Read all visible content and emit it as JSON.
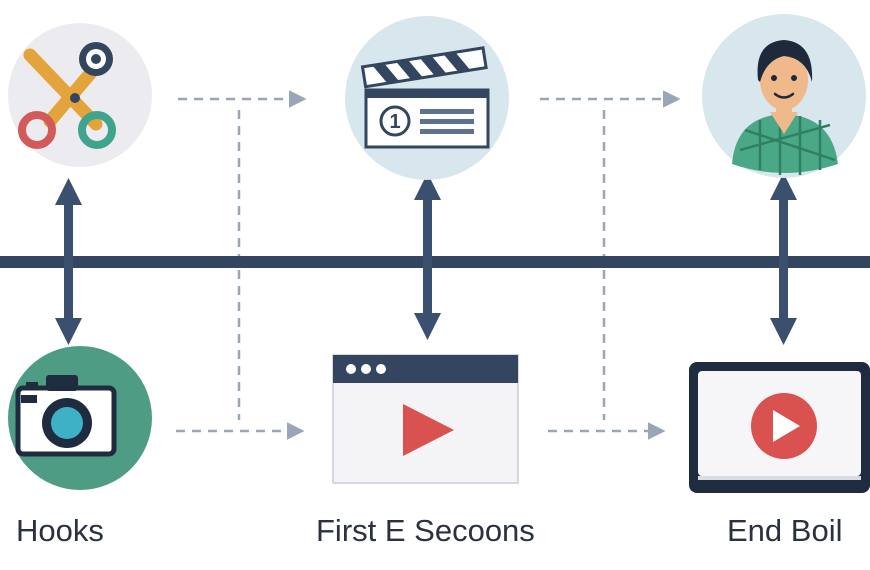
{
  "diagram": {
    "stages": [
      {
        "caption": "Hooks",
        "top_icon": "scissors-icon",
        "bottom_icon": "camera-icon"
      },
      {
        "caption": "First E Secoons",
        "top_icon": "clapperboard-icon",
        "bottom_icon": "video-player-icon"
      },
      {
        "caption": "End Boil",
        "top_icon": "person-avatar-icon",
        "bottom_icon": "tv-play-icon"
      }
    ],
    "clapperboard_number": "1",
    "colors": {
      "timeline": "#33455f",
      "arrow": "#3b4f6e",
      "dashed_connector": "#9aa6b8",
      "icon_circle_light": "#ececf0",
      "icon_circle_blue": "#d8e6ee",
      "camera_circle": "#4f9c85",
      "play_red": "#d9524f",
      "navy": "#33455f"
    }
  }
}
